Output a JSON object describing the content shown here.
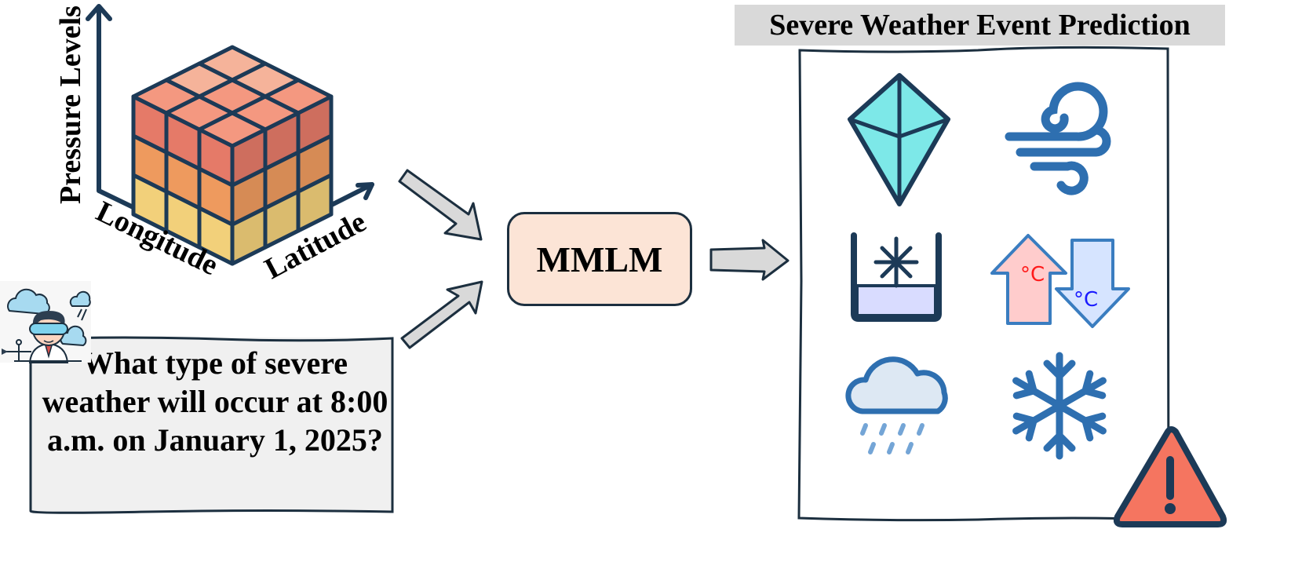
{
  "input_data_cube": {
    "axes": {
      "vertical": "Pressure Levels",
      "left": "Longitude",
      "right": "Latitude"
    },
    "layer_colors": [
      "#e57a68",
      "#ee9a5e",
      "#f2d07a"
    ],
    "top_colors": [
      "#f5b39a",
      "#f49880"
    ]
  },
  "question": {
    "avatar": "meteorologist-avatar",
    "text": "What type of severe weather will occur at 8:00 a.m. on January 1, 2025?"
  },
  "model": {
    "label": "MMLM",
    "fill": "#fce4d6"
  },
  "prediction_panel": {
    "title": "Severe Weather Event Prediction",
    "icons": [
      {
        "name": "hail-icon",
        "color": "#7de8e8"
      },
      {
        "name": "wind-icon",
        "color": "#2e6fb0"
      },
      {
        "name": "frost-icon",
        "color": "#d9dcff"
      },
      {
        "name": "temperature-change-icon",
        "up_label": "°C",
        "down_label": "°C",
        "up_color": "#ffcccc",
        "down_color": "#d6e4ff"
      },
      {
        "name": "rain-icon",
        "color": "#2e6fb0"
      },
      {
        "name": "snowflake-icon",
        "color": "#2e6fb0"
      }
    ],
    "warning_icon": {
      "name": "warning-icon",
      "color": "#f57560"
    }
  }
}
